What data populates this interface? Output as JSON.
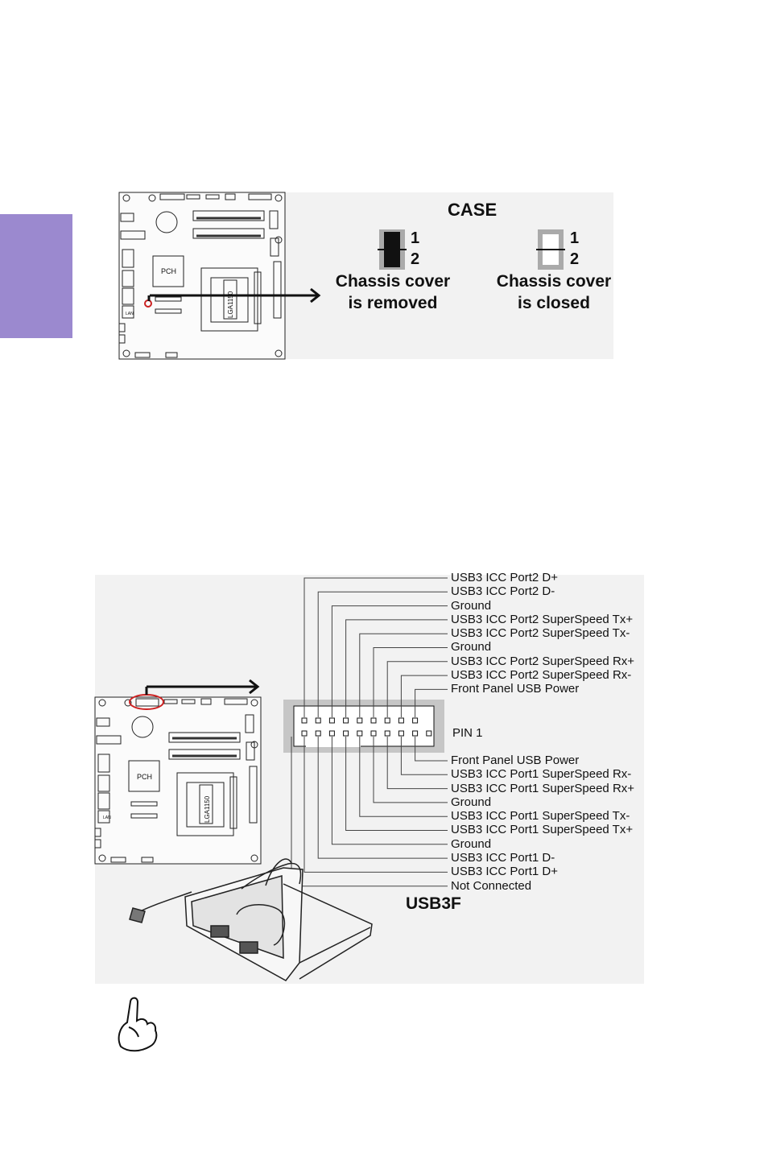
{
  "case_diagram": {
    "header": "CASE",
    "jumpers": [
      {
        "pin_top": "1",
        "pin_bottom": "2",
        "state_line1": "Chassis cover",
        "state_line2": "is removed"
      },
      {
        "pin_top": "1",
        "pin_bottom": "2",
        "state_line1": "Chassis cover",
        "state_line2": "is closed"
      }
    ],
    "board_labels": {
      "chip": "PCH",
      "socket": "LGA1150",
      "lan": "LAN"
    }
  },
  "usb3f_diagram": {
    "header": "USB3F",
    "pin1_label": "PIN 1",
    "top_row_signals": [
      "USB3 ICC Port2 D+",
      "USB3 ICC Port2 D-",
      "Ground",
      "USB3 ICC Port2 SuperSpeed Tx+",
      "USB3 ICC Port2 SuperSpeed Tx-",
      "Ground",
      "USB3 ICC Port2 SuperSpeed Rx+",
      "USB3 ICC Port2 SuperSpeed Rx-",
      "Front Panel USB Power"
    ],
    "bottom_row_signals": [
      "Front Panel USB Power",
      "USB3 ICC Port1 SuperSpeed Rx-",
      "USB3 ICC Port1 SuperSpeed Rx+",
      "Ground",
      "USB3 ICC Port1 SuperSpeed Tx-",
      "USB3 ICC Port1 SuperSpeed Tx+",
      "Ground",
      "USB3 ICC Port1 D-",
      "USB3 ICC Port1 D+",
      "Not Connected"
    ],
    "board_labels": {
      "chip": "PCH",
      "socket": "LGA1150",
      "lan": "LAN"
    }
  },
  "colors": {
    "side_tab": "#9b89cf",
    "highlight": "#cc2222",
    "panel": "#f2f2f2"
  }
}
